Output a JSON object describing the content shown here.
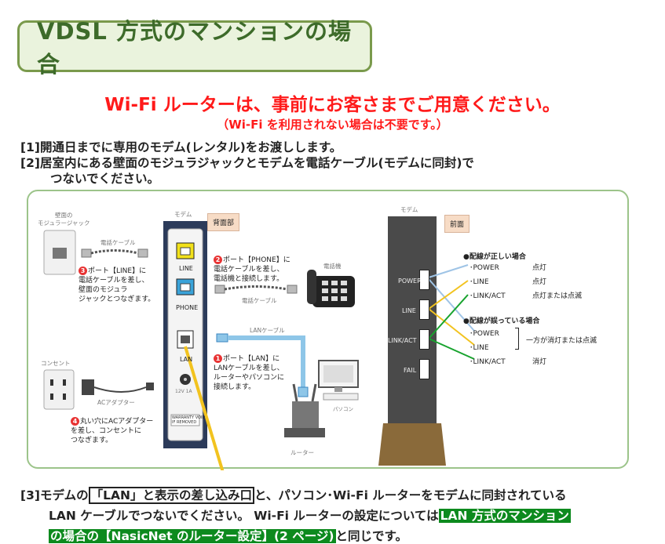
{
  "title": "VDSL 方式のマンションの場合",
  "headline": "Wi-Fi ルーターは、事前にお客さまでご用意ください。",
  "subline": "（Wi-Fi を利用されない場合は不要です。）",
  "steps": {
    "s1": "[1]開通日までに専用のモデム(レンタル)をお渡しします。",
    "s2a": "[2]居室内にある壁面のモジュラジャックとモデムを電話ケーブル(モデムに同封)で",
    "s2b": "つないでください。",
    "s3_prefix": "[3]モデムの",
    "s3_boxed": "「LAN」と表示の差し込み口",
    "s3_mid": "と、パソコン･Wi-Fi ルーターをモデムに同封されている",
    "s3_line2": "LAN ケーブルでつないでください。 Wi-Fi ルーターの設定については",
    "s3_link1": "LAN 方式のマンション",
    "s3_link2": "の場合の【NasicNet のルーター設定】(2 ページ)",
    "s3_suffix": "と同じです。"
  },
  "diagram": {
    "wall_jack_label": "壁面の\nモジュラージャック",
    "phone_cable_label": "電話ケーブル",
    "modem_label": "モデム",
    "back_tag": "背面部",
    "front_tag": "前面",
    "port_line": "LINE",
    "port_phone": "PHONE",
    "port_lan": "LAN",
    "power_spec": "12V 1A",
    "warranty": "WARRANTY VOID\nIF REMOVED",
    "step3_num": "3",
    "step3_text": "ポート【LINE】に\n電話ケーブルを差し、\n壁面のモジュラ\nジャックとつなぎます。",
    "step2_num": "2",
    "step2_text": "ポート【PHONE】に\n電話ケーブルを差し、\n電話機と接続します。",
    "phone_label": "電話機",
    "phone_cable_label2": "電話ケーブル",
    "lan_cable_label": "LANケーブル",
    "step1_num": "1",
    "step1_text": "ポート【LAN】に\nLANケーブルを差し、\nルーターやパソコンに\n接続します。",
    "outlet_label": "コンセント",
    "ac_adapter_label": "ACアダプター",
    "step4_num": "4",
    "step4_text": "丸い穴にACアダプター\nを差し、コンセントに\nつなぎます。",
    "pc_label": "パソコン",
    "router_label": "ルーター",
    "front_modem_label": "モデム",
    "led_power": "POWER",
    "led_line": "LINE",
    "led_linkact": "LINK/ACT",
    "led_fail": "FAIL",
    "correct_head": "●配線が正しい場合",
    "correct_power": "･POWER",
    "correct_power_state": "点灯",
    "correct_line": "･LINE",
    "correct_line_state": "点灯",
    "correct_linkact": "･LINK/ACT",
    "correct_linkact_state": "点灯または点滅",
    "wrong_head": "●配線が誤っている場合",
    "wrong_power": "･POWER",
    "wrong_line": "･LINE",
    "wrong_pair_state": "一方が消灯または点滅",
    "wrong_linkact": "･LINK/ACT",
    "wrong_linkact_state": "消灯"
  },
  "colors": {
    "title_green": "#3d6b2a",
    "title_border": "#7a9a4c",
    "red": "#ff1a1a",
    "highlight_green": "#0d8a1e",
    "arrow_yellow": "#f2c31f",
    "modem_dark": "#2c3b5a"
  }
}
